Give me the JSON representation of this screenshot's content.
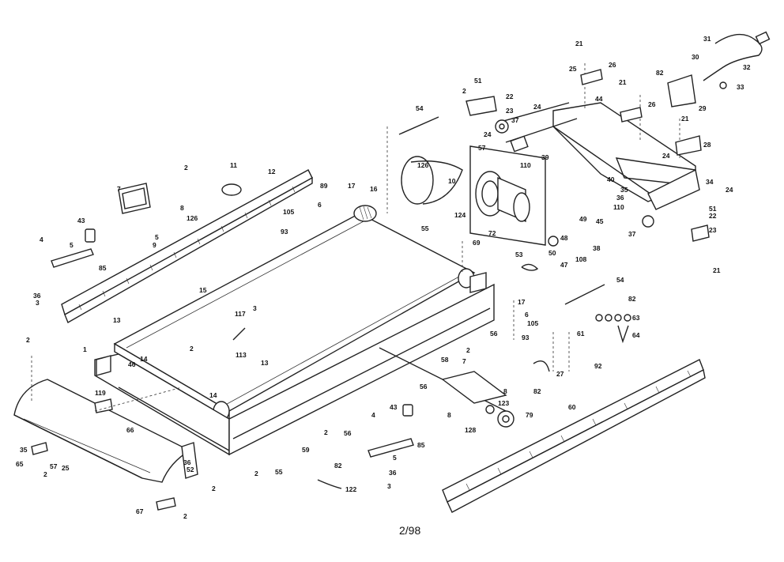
{
  "page_number": "2/98",
  "part_labels": [
    {
      "id": "p21a",
      "text": "21"
    },
    {
      "id": "p25a",
      "text": "25"
    },
    {
      "id": "p26a",
      "text": "26"
    },
    {
      "id": "p51a",
      "text": "51"
    },
    {
      "id": "p22a",
      "text": "22"
    },
    {
      "id": "p2a",
      "text": "2"
    },
    {
      "id": "p23a",
      "text": "23"
    },
    {
      "id": "p24a",
      "text": "24"
    },
    {
      "id": "p44",
      "text": "44"
    },
    {
      "id": "p21b",
      "text": "21"
    },
    {
      "id": "p26b",
      "text": "26"
    },
    {
      "id": "p82a",
      "text": "82"
    },
    {
      "id": "p30",
      "text": "30"
    },
    {
      "id": "p31",
      "text": "31"
    },
    {
      "id": "p32",
      "text": "32"
    },
    {
      "id": "p33",
      "text": "33"
    },
    {
      "id": "p29",
      "text": "29"
    },
    {
      "id": "p21c",
      "text": "21"
    },
    {
      "id": "p28",
      "text": "28"
    },
    {
      "id": "p54a",
      "text": "54"
    },
    {
      "id": "p37a",
      "text": "37"
    },
    {
      "id": "p24b",
      "text": "24"
    },
    {
      "id": "p57a",
      "text": "57"
    },
    {
      "id": "p39",
      "text": "39"
    },
    {
      "id": "p110a",
      "text": "110"
    },
    {
      "id": "p24c",
      "text": "24"
    },
    {
      "id": "p40",
      "text": "40"
    },
    {
      "id": "p34",
      "text": "34"
    },
    {
      "id": "p35a",
      "text": "35"
    },
    {
      "id": "p36a",
      "text": "36"
    },
    {
      "id": "p24d",
      "text": "24"
    },
    {
      "id": "p110b",
      "text": "110"
    },
    {
      "id": "p51b",
      "text": "51"
    },
    {
      "id": "p22b",
      "text": "22"
    },
    {
      "id": "p37b",
      "text": "37"
    },
    {
      "id": "p23b",
      "text": "23"
    },
    {
      "id": "p21d",
      "text": "21"
    },
    {
      "id": "p126a",
      "text": "126"
    },
    {
      "id": "p10",
      "text": "10"
    },
    {
      "id": "p124",
      "text": "124"
    },
    {
      "id": "p72",
      "text": "72"
    },
    {
      "id": "p49",
      "text": "49"
    },
    {
      "id": "p45",
      "text": "45"
    },
    {
      "id": "p48",
      "text": "48"
    },
    {
      "id": "p38",
      "text": "38"
    },
    {
      "id": "p50",
      "text": "50"
    },
    {
      "id": "p108",
      "text": "108"
    },
    {
      "id": "p47",
      "text": "47"
    },
    {
      "id": "p2b",
      "text": "2"
    },
    {
      "id": "p11",
      "text": "11"
    },
    {
      "id": "p12",
      "text": "12"
    },
    {
      "id": "p7",
      "text": "7"
    },
    {
      "id": "p8",
      "text": "8"
    },
    {
      "id": "p126b",
      "text": "126"
    },
    {
      "id": "p5a",
      "text": "5"
    },
    {
      "id": "p9",
      "text": "9"
    },
    {
      "id": "p43a",
      "text": "43"
    },
    {
      "id": "p4a",
      "text": "4"
    },
    {
      "id": "p5b",
      "text": "5"
    },
    {
      "id": "p85a",
      "text": "85"
    },
    {
      "id": "p36b",
      "text": "36"
    },
    {
      "id": "p3a",
      "text": "3"
    },
    {
      "id": "p89",
      "text": "89"
    },
    {
      "id": "p17a",
      "text": "17"
    },
    {
      "id": "p16",
      "text": "16"
    },
    {
      "id": "p6a",
      "text": "6"
    },
    {
      "id": "p105a",
      "text": "105"
    },
    {
      "id": "p93a",
      "text": "93"
    },
    {
      "id": "p55",
      "text": "55"
    },
    {
      "id": "p69",
      "text": "69"
    },
    {
      "id": "p15",
      "text": "15"
    },
    {
      "id": "p53",
      "text": "53"
    },
    {
      "id": "p54b",
      "text": "54"
    },
    {
      "id": "p82b",
      "text": "82"
    },
    {
      "id": "p63",
      "text": "63"
    },
    {
      "id": "p64",
      "text": "64"
    },
    {
      "id": "p17b",
      "text": "17"
    },
    {
      "id": "p6b",
      "text": "6"
    },
    {
      "id": "p105b",
      "text": "105"
    },
    {
      "id": "p93b",
      "text": "93"
    },
    {
      "id": "p61",
      "text": "61"
    },
    {
      "id": "p92",
      "text": "92"
    },
    {
      "id": "p27",
      "text": "27"
    },
    {
      "id": "p82c",
      "text": "82"
    },
    {
      "id": "p13a",
      "text": "13"
    },
    {
      "id": "p117",
      "text": "117"
    },
    {
      "id": "p3b",
      "text": "3"
    },
    {
      "id": "p113",
      "text": "113"
    },
    {
      "id": "p2c",
      "text": "2"
    },
    {
      "id": "p13b",
      "text": "13"
    },
    {
      "id": "p2d",
      "text": "2"
    },
    {
      "id": "p1",
      "text": "1"
    },
    {
      "id": "p14a",
      "text": "14"
    },
    {
      "id": "p46",
      "text": "46"
    },
    {
      "id": "p14b",
      "text": "14"
    },
    {
      "id": "p119",
      "text": "119"
    },
    {
      "id": "p2e",
      "text": "2"
    },
    {
      "id": "p56a",
      "text": "56"
    },
    {
      "id": "p56b",
      "text": "56"
    },
    {
      "id": "p58",
      "text": "58"
    },
    {
      "id": "p7b",
      "text": "7"
    },
    {
      "id": "p8b",
      "text": "8"
    },
    {
      "id": "p8c",
      "text": "8"
    },
    {
      "id": "p123",
      "text": "123"
    },
    {
      "id": "p79",
      "text": "79"
    },
    {
      "id": "p128",
      "text": "128"
    },
    {
      "id": "p60",
      "text": "60"
    },
    {
      "id": "p43b",
      "text": "43"
    },
    {
      "id": "p4b",
      "text": "4"
    },
    {
      "id": "p5c",
      "text": "5"
    },
    {
      "id": "p85b",
      "text": "85"
    },
    {
      "id": "p59",
      "text": "59"
    },
    {
      "id": "p56c",
      "text": "56"
    },
    {
      "id": "p2f",
      "text": "2"
    },
    {
      "id": "p2g",
      "text": "2"
    },
    {
      "id": "p55b",
      "text": "55"
    },
    {
      "id": "p82d",
      "text": "82"
    },
    {
      "id": "p36c",
      "text": "36"
    },
    {
      "id": "p3c",
      "text": "3"
    },
    {
      "id": "p122",
      "text": "122"
    },
    {
      "id": "p66",
      "text": "66"
    },
    {
      "id": "p35b",
      "text": "35"
    },
    {
      "id": "p65",
      "text": "65"
    },
    {
      "id": "p57b",
      "text": "57"
    },
    {
      "id": "p25b",
      "text": "25"
    },
    {
      "id": "p2h",
      "text": "2"
    },
    {
      "id": "p36d",
      "text": "36"
    },
    {
      "id": "p52",
      "text": "52"
    },
    {
      "id": "p2i",
      "text": "2"
    },
    {
      "id": "p67",
      "text": "67"
    },
    {
      "id": "p2j",
      "text": "2"
    }
  ]
}
